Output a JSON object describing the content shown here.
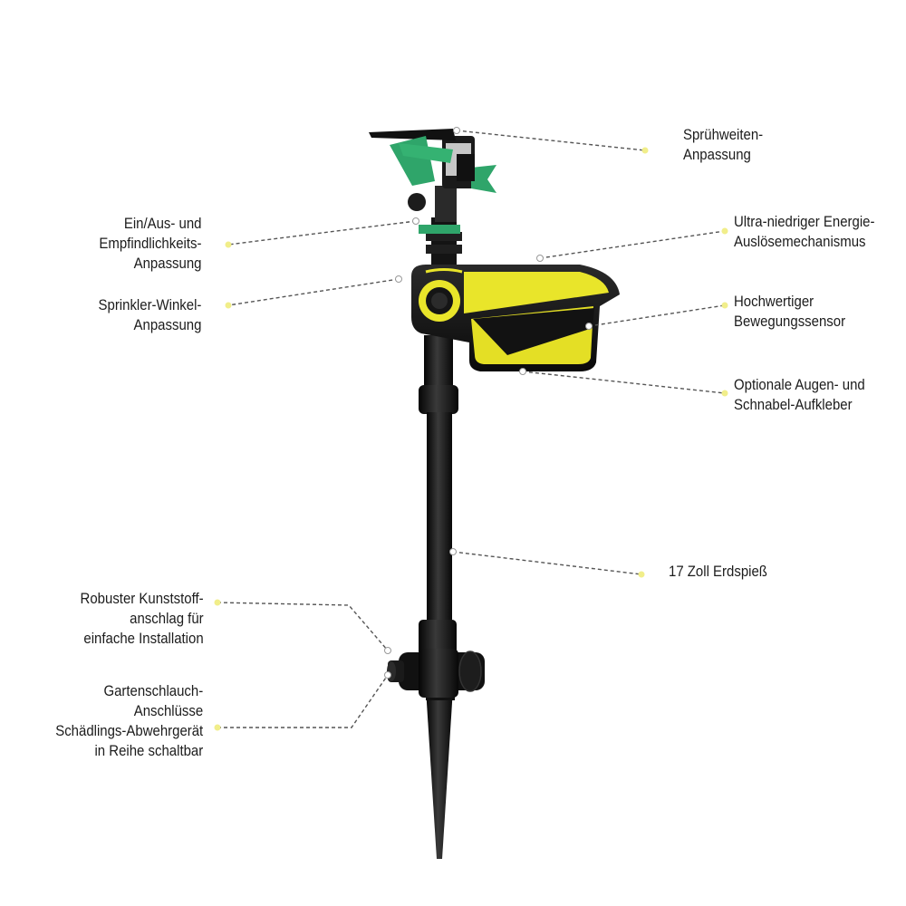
{
  "colors": {
    "accent_yellow": "#e9e52a",
    "body_black": "#141414",
    "sprinkler_green": "#2fa56a",
    "leader_line": "#555555",
    "marker_dot": "#f1ee8a"
  },
  "labels": {
    "spray_range": [
      "Sprühweiten-",
      "Anpassung"
    ],
    "on_off_sensitivity": [
      "Ein/Aus- und",
      "Empfindlichkeits-",
      "Anpassung"
    ],
    "sprinkler_angle": [
      "Sprinkler-Winkel-",
      "Anpassung"
    ],
    "low_energy_trigger": [
      "Ultra-niedriger Energie-",
      "Auslösemechanismus"
    ],
    "motion_sensor": [
      "Hochwertiger",
      "Bewegungssensor"
    ],
    "eye_beak_stickers": [
      "Optionale Augen- und",
      "Schnabel-Aufkleber"
    ],
    "ground_spike": [
      "17 Zoll Erdspieß"
    ],
    "plastic_stop": [
      "Robuster Kunststoff-",
      "anschlag für",
      "einfache Installation"
    ],
    "hose_connections": [
      "Gartenschlauch-",
      "Anschlüsse",
      "Schädlings-Abwehrgerät",
      "in Reihe schaltbar"
    ]
  },
  "icons": [
    "sprinkler-head-icon",
    "motion-sensor-housing-icon",
    "ground-spike-icon",
    "hose-connector-icon"
  ]
}
